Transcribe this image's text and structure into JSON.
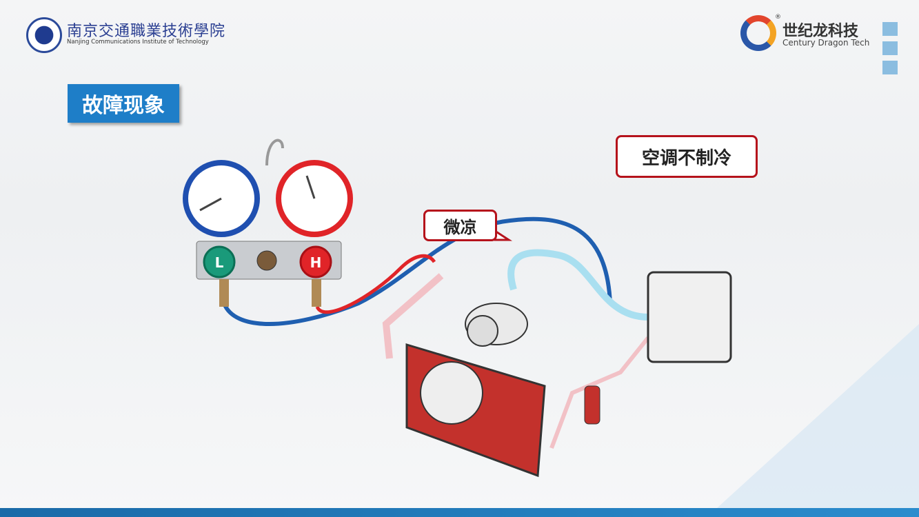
{
  "header": {
    "school_name_cn": "南京交通職業技術學院",
    "school_name_en": "Nanjing Communications Institute of Technology",
    "company_name_cn": "世纪龙科技",
    "company_name_en": "Century Dragon Tech",
    "registered_mark": "®"
  },
  "slide": {
    "section_title": "故障现象",
    "symptom_label": "空调不制冷",
    "airflow_label": "微凉"
  },
  "gauges": {
    "low_letter": "L",
    "high_letter": "H"
  },
  "colors": {
    "title_bg": "#1e7ec8",
    "callout_border": "#b5121b",
    "low_side": "#1f5fb0",
    "high_side": "#e02428"
  }
}
